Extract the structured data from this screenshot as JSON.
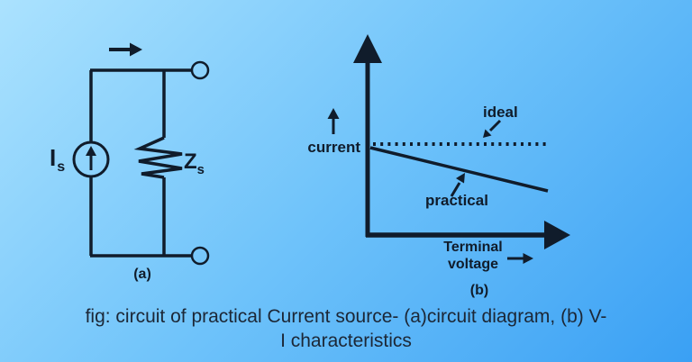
{
  "colors": {
    "ink": "#101c2b",
    "background_light": "#abe2fe",
    "background_dark": "#3aa0f4"
  },
  "circuit": {
    "source_label_main": "I",
    "source_label_sub": "s",
    "impedance_label_main": "Z",
    "impedance_label_sub": "s",
    "sublabel": "(a)"
  },
  "graph": {
    "y_axis_label": "current",
    "ideal_label": "ideal",
    "practical_label": "practical",
    "x_axis_label_line1": "Terminal",
    "x_axis_label_line2": "voltage",
    "sublabel": "(b)"
  },
  "chart_note": {
    "ideal_curve": "horizontal dotted line (constant current)",
    "practical_curve": "slightly downward sloping solid line"
  },
  "caption": {
    "line1": "fig: circuit of practical Current source- (a)circuit diagram, (b) V-",
    "line2": "I characteristics"
  }
}
